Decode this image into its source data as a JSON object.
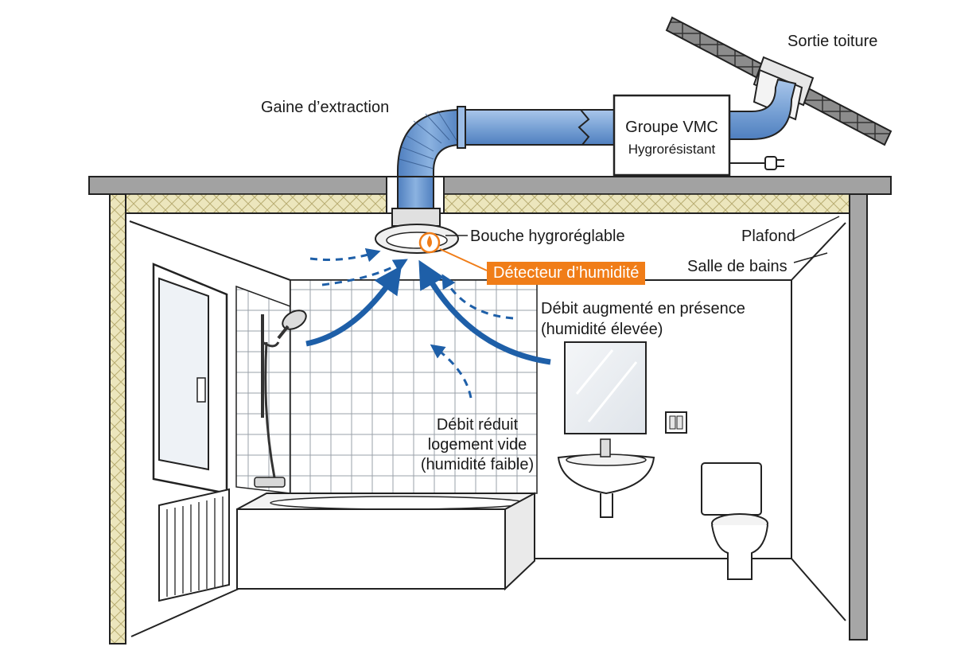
{
  "labels": {
    "sortie_toiture": "Sortie toiture",
    "gaine": "Gaine d’extraction",
    "groupe_line1": "Groupe VMC",
    "groupe_line2": "Hygrorésistant",
    "bouche": "Bouche hygroréglable",
    "plafond": "Plafond",
    "detecteur": "Détecteur d’humidité",
    "salle": "Salle de bains",
    "debit_aug_line1": "Débit augmenté en présence",
    "debit_aug_line2": "(humidité élevée)",
    "debit_red_line1": "Débit réduit",
    "debit_red_line2": "logement vide",
    "debit_red_line3": "(humidité faible)"
  },
  "colors": {
    "duct_blue": "#7aa3d6",
    "arrow_blue": "#1e5fa8",
    "insulation": "#e9e3b8",
    "concrete": "#9a9a9a",
    "accent_orange": "#f07d18",
    "outline": "#222222"
  },
  "icons": [
    "water-drop-icon",
    "power-plug-icon",
    "shower-head-icon",
    "light-switch-icon"
  ]
}
